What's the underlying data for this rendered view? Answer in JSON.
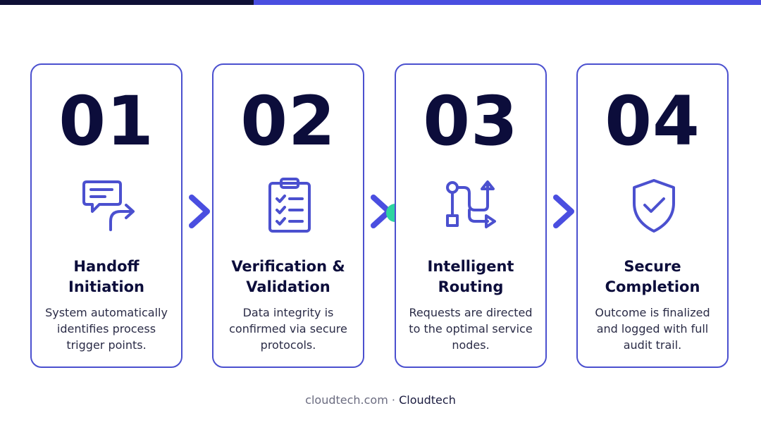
{
  "colors": {
    "accent": "#4a4ee0",
    "card_border": "#4b50cf",
    "dark_text": "#0c0d3b",
    "highlight_dot": "#2dd4a0"
  },
  "steps": [
    {
      "number": "01",
      "title_line1": "Handoff",
      "title_line2": "Initiation",
      "desc_lines": [
        "System automatically",
        "identifies process",
        "trigger points."
      ],
      "icon": "chat-forward-icon"
    },
    {
      "number": "02",
      "title_line1": "Verification &",
      "title_line2": "Validation",
      "desc_lines": [
        "Data integrity is",
        "confirmed via secure",
        "protocols."
      ],
      "icon": "clipboard-checklist-icon"
    },
    {
      "number": "03",
      "title_line1": "Intelligent",
      "title_line2": "Routing",
      "desc_lines": [
        "Requests are directed",
        "to the optimal service",
        "nodes."
      ],
      "icon": "routing-icon"
    },
    {
      "number": "04",
      "title_line1": "Secure",
      "title_line2": "Completion",
      "desc_lines": [
        "Outcome is finalized",
        "and logged with full",
        "audit trail."
      ],
      "icon": "shield-check-icon"
    }
  ],
  "footer": {
    "domain": "cloudtech.com",
    "separator": "·",
    "brand": "Cloudtech"
  }
}
